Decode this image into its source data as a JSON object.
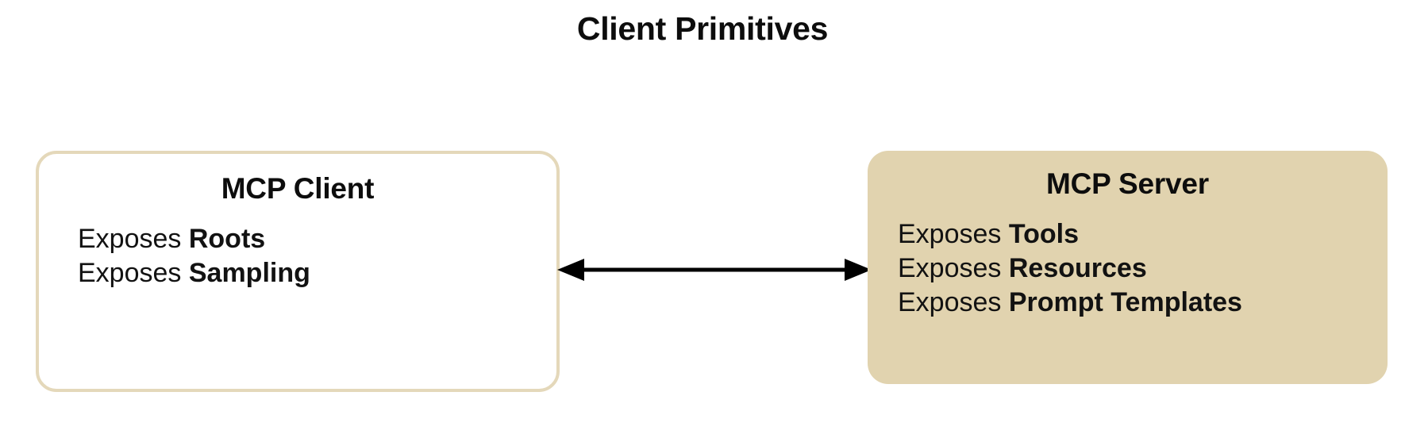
{
  "title": "Client Primitives",
  "colors": {
    "background": "#ffffff",
    "client_fill": "#ffffff",
    "client_border": "#e4d8ba",
    "server_fill": "#e1d3af",
    "text": "#0d0d0d",
    "connector": "#000000"
  },
  "nodes": [
    {
      "id": "mcp-client",
      "title": "MCP Client",
      "lines": [
        {
          "verb": "Exposes ",
          "primitive": "Roots"
        },
        {
          "verb": "Exposes ",
          "primitive": "Sampling"
        }
      ]
    },
    {
      "id": "mcp-server",
      "title": "MCP Server",
      "lines": [
        {
          "verb": "Exposes ",
          "primitive": "Tools"
        },
        {
          "verb": "Exposes ",
          "primitive": "Resources"
        },
        {
          "verb": "Exposes ",
          "primitive": "Prompt Templates"
        }
      ]
    }
  ],
  "connector": {
    "kind": "double-headed-arrow",
    "from": "mcp-client",
    "to": "mcp-server",
    "label": ""
  }
}
